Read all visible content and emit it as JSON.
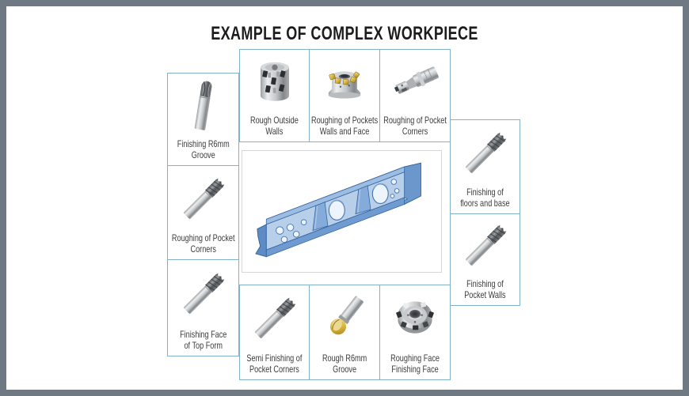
{
  "title": "EXAMPLE OF COMPLEX WORKPIECE",
  "theme": {
    "frame_color": "#6f7983",
    "card_border_color": "#82b1c8",
    "title_color": "#1c1c1c",
    "label_color": "#3b3b3b",
    "background": "#ffffff",
    "workpiece_blue": "#7fa6d4",
    "insert_gold": "#d9b93c",
    "tool_steel_gray": "#b9bcbe"
  },
  "center_image": {
    "name": "complex-workpiece-3d-model"
  },
  "cards": {
    "top": [
      {
        "label": "Rough Outside\nWalls",
        "icon": "face-mill-icon"
      },
      {
        "label": "Roughing of Pockets\nWalls and Face",
        "icon": "face-mill-gold-inserts-icon"
      },
      {
        "label": "Roughing of Pocket\nCorners",
        "icon": "modular-corner-cutter-icon"
      }
    ],
    "left": [
      {
        "label": "Finishing R6mm\nGroove",
        "icon": "ball-nose-end-mill-icon"
      },
      {
        "label": "Roughing of Pocket\nCorners",
        "icon": "end-mill-icon"
      },
      {
        "label": "Finishing Face\nof Top Form",
        "icon": "end-mill-icon"
      }
    ],
    "right": [
      {
        "label": "Finishing of\nfloors and base",
        "icon": "end-mill-icon"
      },
      {
        "label": "Finishing of\nPocket Walls",
        "icon": "end-mill-icon"
      }
    ],
    "bottom": [
      {
        "label": "Semi Finishing of\nPocket Corners",
        "icon": "end-mill-icon"
      },
      {
        "label": "Rough R6mm\nGroove",
        "icon": "ball-nose-gold-insert-icon"
      },
      {
        "label": "Roughing Face\nFinishing Face",
        "icon": "face-mill-top-view-icon"
      }
    ]
  }
}
